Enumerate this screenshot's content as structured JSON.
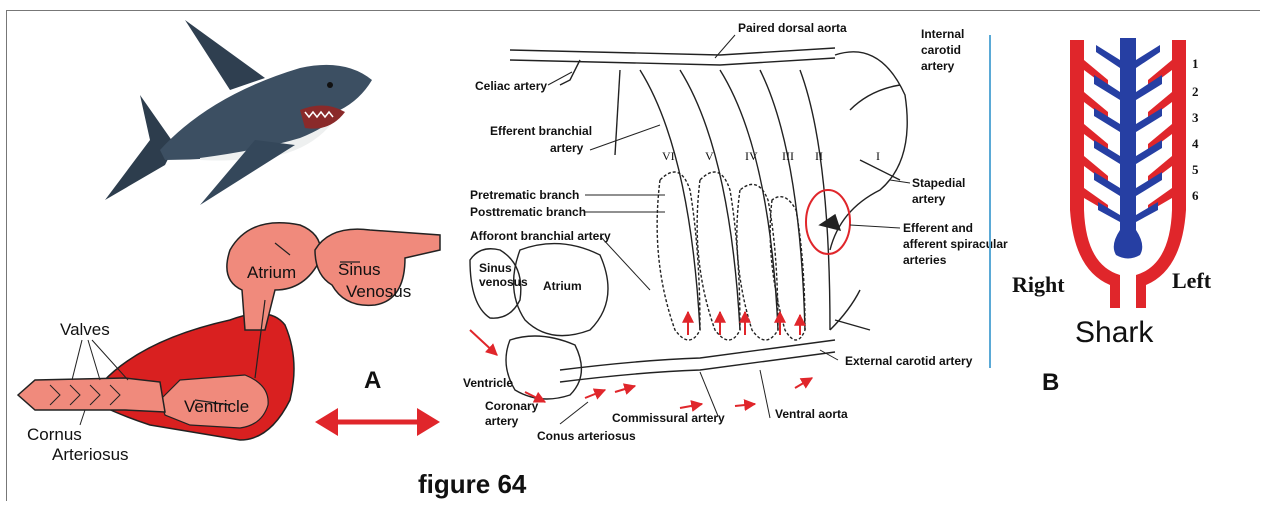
{
  "heart_diagram": {
    "valves": "Valves",
    "atrium": "Atrium",
    "sinus": "Sinus",
    "venosus": "Venosus",
    "ventricle": "Ventricle",
    "cornus": "Cornus",
    "arteriosus": "Arteriosus"
  },
  "connector_label": "A",
  "figure_caption": "figure 64",
  "arterial_diagram": {
    "paired_dorsal_aorta": "Paired dorsal aorta",
    "internal_carotid_1": "Internal",
    "internal_carotid_2": "carotid",
    "internal_carotid_3": "artery",
    "celiac_artery": "Celiac artery",
    "efferent_branchial_1": "Efferent branchial",
    "efferent_branchial_2": "artery",
    "pretrematic_branch": "Pretrematic branch",
    "posttrematic_branch": "Posttrematic branch",
    "afferent_branchial_artery": "Afforont branchial artery",
    "sinus_venosus_1": "Sinus",
    "sinus_venosus_2": "venosus",
    "atrium": "Atrium",
    "ventricle": "Ventricle",
    "coronary_artery_1": "Coronary",
    "coronary_artery_2": "artery",
    "conus_arteriosus": "Conus arteriosus",
    "commissural_artery": "Commissural artery",
    "ventral_aorta": "Ventral aorta",
    "external_carotid_artery": "External carotid artery",
    "stapedial_1": "Stapedial",
    "stapedial_2": "artery",
    "spiracular_1": "Efferent and",
    "spiracular_2": "afferent spiracular",
    "spiracular_3": "arteries",
    "arch_numerals": [
      "VI",
      "V",
      "IV",
      "III",
      "II",
      "I"
    ]
  },
  "schematic": {
    "numbers": [
      "1",
      "2",
      "3",
      "4",
      "5",
      "6"
    ],
    "right": "Right",
    "left": "Left",
    "title": "Shark",
    "label": "B"
  },
  "colors": {
    "artery_red": "#e0262b",
    "vein_blue": "#263fa3",
    "heart_pink": "#f08a7c",
    "heart_dark": "#d92020",
    "divider_blue": "#5aa9d6"
  }
}
